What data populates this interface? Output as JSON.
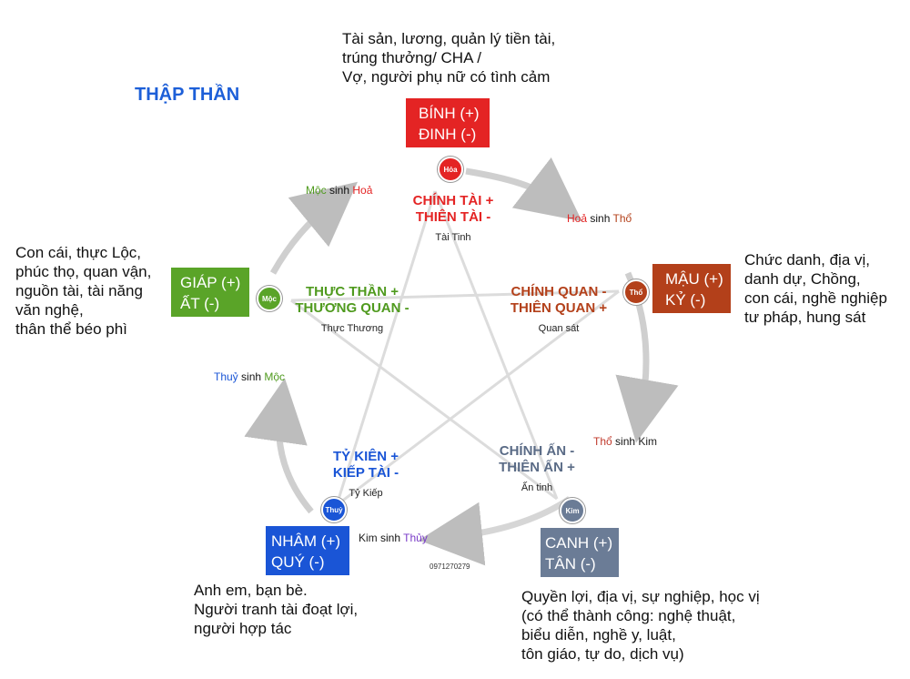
{
  "title": "THẬP THẦN",
  "colors": {
    "hoa": "#e42424",
    "tho": "#b3401a",
    "kim": "#6b7c96",
    "thuy": "#1a55d6",
    "moc": "#5aa428",
    "arrow": "#c8c8c8"
  },
  "elements": {
    "hoa": {
      "line1": "BÍNH (+)",
      "line2": "ĐINH (-)",
      "badge": "Hỏa"
    },
    "tho": {
      "line1": "MẬU (+)",
      "line2": "KỶ (-)",
      "badge": "Thổ"
    },
    "kim": {
      "line1": "CANH (+)",
      "line2": "TÂN (-)",
      "badge": "Kim"
    },
    "thuy": {
      "line1": "NHÂM (+)",
      "line2": "QUÝ (-)",
      "badge": "Thuỷ"
    },
    "moc": {
      "line1": "GIÁP (+)",
      "line2": "ẤT (-)",
      "badge": "Mộc"
    }
  },
  "descriptions": {
    "hoa": [
      "Tài sản, lương, quản lý tiền tài,",
      "trúng thưởng/  CHA  /",
      "Vợ, người phụ nữ có tình cảm"
    ],
    "tho": [
      "Chức danh, địa vị,",
      "danh dự, Chồng,",
      "con cái, nghề nghiệp",
      "tư pháp, hung sát"
    ],
    "kim": [
      "Quyền lợi, địa vị, sự nghiệp, học vị",
      "(có thể thành công: nghệ thuật,",
      "biểu diễn, nghề y, luật,",
      "tôn giáo, tự do, dịch vụ)"
    ],
    "thuy": [
      "Anh em, bạn bè.",
      "Người tranh tài đoạt lợi,",
      "người hợp tác"
    ],
    "moc": [
      "Con cái, thực Lộc,",
      "phúc thọ, quan vận,",
      "nguồn tài, tài năng",
      "văn nghệ,",
      "thân thể béo phì"
    ]
  },
  "groups": {
    "tai": {
      "line1": "CHÍNH TÀI +",
      "line2": "THIÊN TÀI -",
      "sub": "Tài Tinh"
    },
    "quan": {
      "line1": "CHÍNH QUAN -",
      "line2": "THIÊN QUAN +",
      "sub": "Quan sát"
    },
    "an": {
      "line1": "CHÍNH ẤN -",
      "line2": "THIÊN ẤN +",
      "sub": "Ấn tinh"
    },
    "kiep": {
      "line1": "TỶ KIÊN +",
      "line2": "KIẾP TÀI -",
      "sub": "Tỷ Kiếp"
    },
    "thuong": {
      "line1": "THỰC THẦN +",
      "line2": "THƯƠNG QUAN -",
      "sub": "Thực Thương"
    }
  },
  "cycle": {
    "moc_hoa": {
      "a": "Mộc",
      "mid": " sinh ",
      "b": "Hoả"
    },
    "hoa_tho": {
      "a": "Hoả",
      "mid": " sinh ",
      "b": "Thổ"
    },
    "tho_kim": {
      "a": "Thổ",
      "mid": " sinh ",
      "b": "Kim"
    },
    "kim_thuy": {
      "a": "Kim",
      "mid": " sinh ",
      "b": "Thủy"
    },
    "thuy_moc": {
      "a": "Thuỷ",
      "mid": " sinh ",
      "b": "Mộc"
    }
  },
  "phone": "0971270279"
}
